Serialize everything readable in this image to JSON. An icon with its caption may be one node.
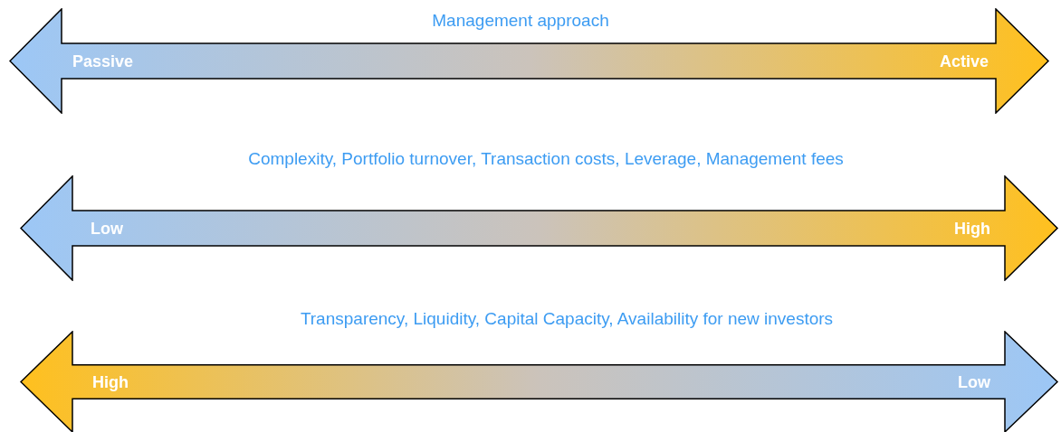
{
  "diagram": {
    "nodes": [
      {
        "text": [
          "Management approach",
          "Passive",
          "Active"
        ]
      },
      {
        "text": [
          "Complexity, Portfolio turnover, Transaction costs, Leverage, Management fees",
          "Low",
          "High"
        ]
      },
      {
        "text": [
          "Transparency, Liquidity, Capital Capacity, Availability for new investors",
          "High",
          "Low"
        ]
      }
    ]
  }
}
